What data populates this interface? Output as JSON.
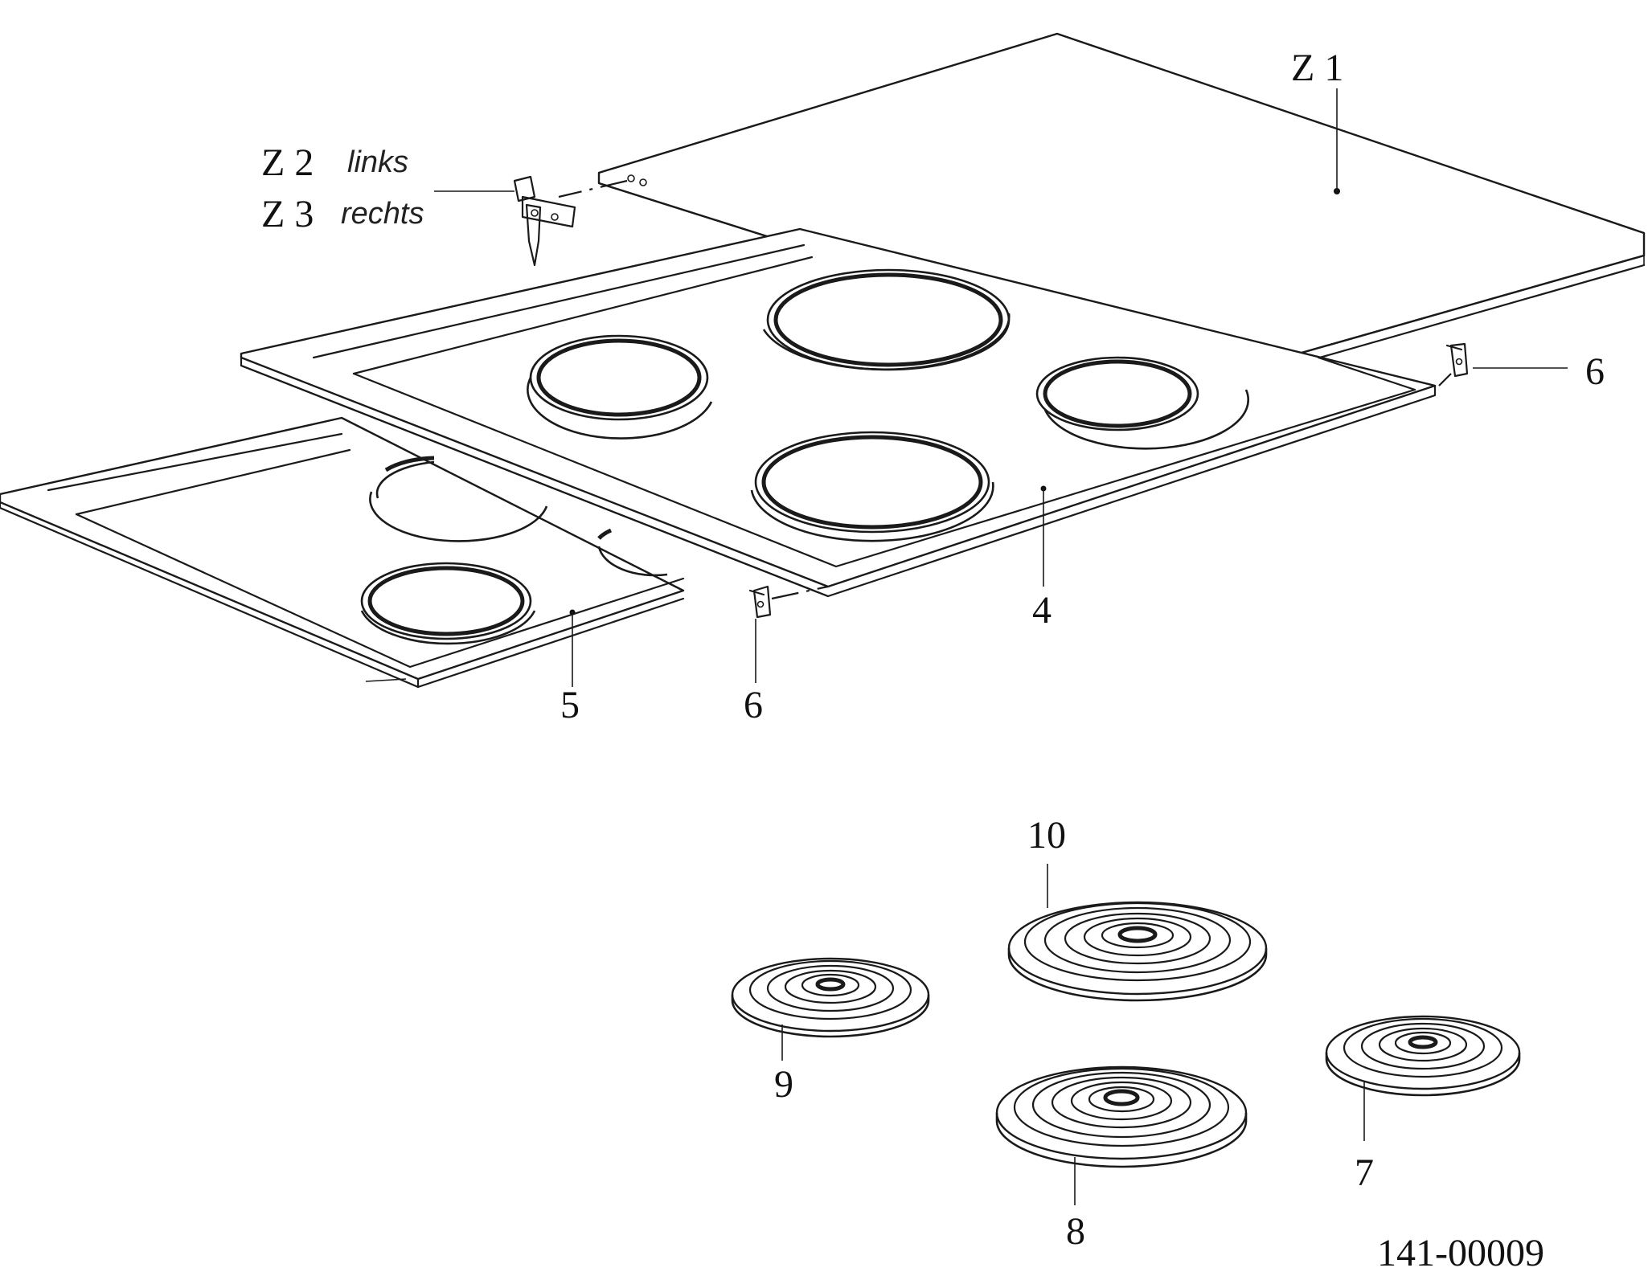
{
  "labels": {
    "z1": "Z 1",
    "z2_code": "Z 2",
    "z2_side": "links",
    "z3_code": "Z 3",
    "z3_side": "rechts",
    "part_4": "4",
    "part_5": "5",
    "part_6_right": "6",
    "part_6_front": "6",
    "part_7": "7",
    "part_8": "8",
    "part_9": "9",
    "part_10": "10"
  },
  "drawing_number": "141-00009"
}
